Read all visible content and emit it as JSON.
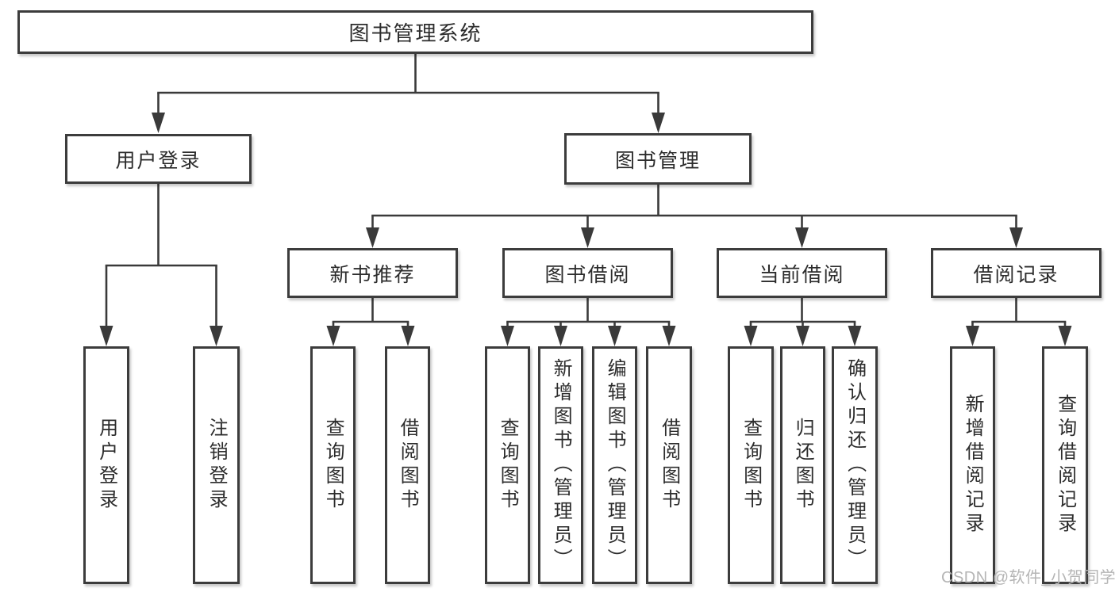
{
  "tree": {
    "label": "图书管理系统",
    "children": [
      {
        "label": "用户登录",
        "children": [
          {
            "label": "用户登录"
          },
          {
            "label": "注销登录"
          }
        ]
      },
      {
        "label": "图书管理",
        "children": [
          {
            "label": "新书推荐",
            "children": [
              {
                "label": "查询图书"
              },
              {
                "label": "借阅图书"
              }
            ]
          },
          {
            "label": "图书借阅",
            "children": [
              {
                "label": "查询图书"
              },
              {
                "label": "新增图书（管理员）"
              },
              {
                "label": "编辑图书（管理员）"
              },
              {
                "label": "借阅图书"
              }
            ]
          },
          {
            "label": "当前借阅",
            "children": [
              {
                "label": "查询图书"
              },
              {
                "label": "归还图书"
              },
              {
                "label": "确认归还（管理员）"
              }
            ]
          },
          {
            "label": "借阅记录",
            "children": [
              {
                "label": "新增借阅记录"
              },
              {
                "label": "查询借阅记录"
              }
            ]
          }
        ]
      }
    ]
  },
  "watermark": {
    "text": "CSDN @软件_小贺同学"
  },
  "colors": {
    "box_border": "#3c3c3c",
    "connector": "#3a3a3a",
    "text": "#2c2c2c",
    "watermark_text": "#b5b5b5",
    "background": "#ffffff"
  }
}
